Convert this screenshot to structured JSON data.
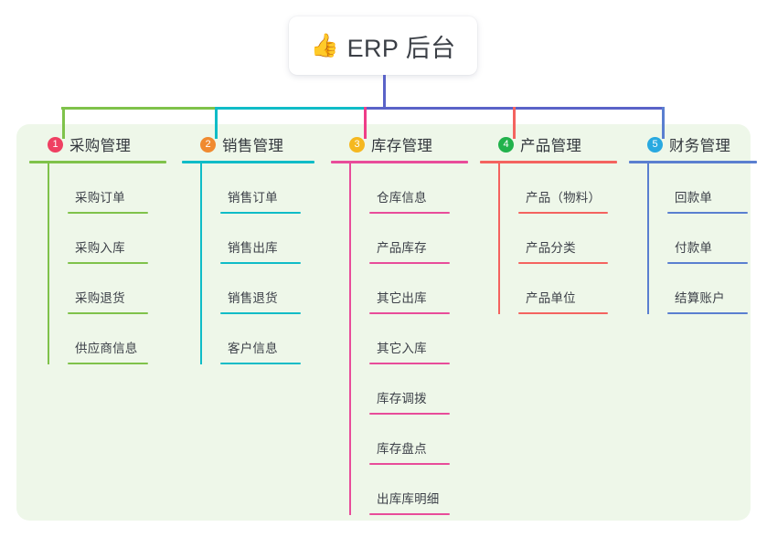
{
  "diagram": {
    "type": "mind-map",
    "background_color": "#ffffff",
    "panel_color": "#eef7e9",
    "root": {
      "label": "ERP 后台",
      "icon": "thumbs-up-emoji",
      "emoji": "👍",
      "card_color": "#ffffff",
      "text_color": "#3b3f46"
    },
    "trunk_color": "#5a63c8",
    "branch_bar_segments": [
      {
        "name": "segment-col1-col2",
        "color": "#7fc24a"
      },
      {
        "name": "segment-col2-col3",
        "color": "#0fbcc7"
      },
      {
        "name": "segment-col3-col5",
        "color": "#5a63c8"
      }
    ],
    "columns": [
      {
        "index": "1",
        "title": "采购管理",
        "badge_color": "#ef4062",
        "line_color": "#7fc24a",
        "drop_color": "#7fc24a",
        "items": [
          {
            "label": "采购订单"
          },
          {
            "label": "采购入库"
          },
          {
            "label": "采购退货"
          },
          {
            "label": "供应商信息"
          }
        ]
      },
      {
        "index": "2",
        "title": "销售管理",
        "badge_color": "#f08a30",
        "line_color": "#0fbcc7",
        "drop_color": "#0fbcc7",
        "items": [
          {
            "label": "销售订单"
          },
          {
            "label": "销售出库"
          },
          {
            "label": "销售退货"
          },
          {
            "label": "客户信息"
          }
        ]
      },
      {
        "index": "3",
        "title": "库存管理",
        "badge_color": "#f5b820",
        "line_color": "#e84c9a",
        "drop_color": "#ef3d88",
        "items": [
          {
            "label": "仓库信息"
          },
          {
            "label": "产品库存"
          },
          {
            "label": "其它出库"
          },
          {
            "label": "其它入库"
          },
          {
            "label": "库存调拨"
          },
          {
            "label": "库存盘点"
          },
          {
            "label": "出库库明细"
          }
        ]
      },
      {
        "index": "4",
        "title": "产品管理",
        "badge_color": "#22b24c",
        "line_color": "#f4635f",
        "drop_color": "#f4635f",
        "items": [
          {
            "label": "产品（物料）"
          },
          {
            "label": "产品分类"
          },
          {
            "label": "产品单位"
          }
        ]
      },
      {
        "index": "5",
        "title": "财务管理",
        "badge_color": "#29a9e0",
        "line_color": "#5a7fd0",
        "drop_color": "#5a7fd0",
        "items": [
          {
            "label": "回款单"
          },
          {
            "label": "付款单"
          },
          {
            "label": "结算账户"
          }
        ]
      }
    ]
  }
}
